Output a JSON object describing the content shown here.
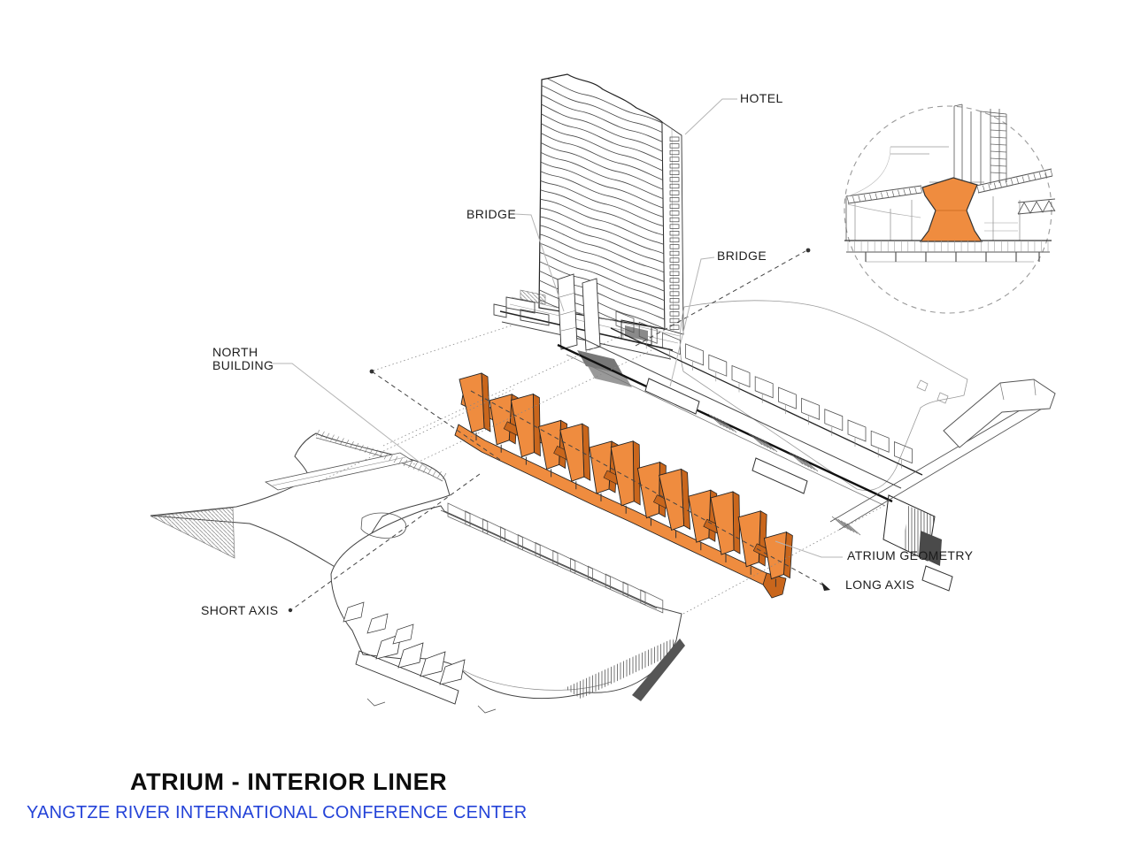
{
  "labels": {
    "hotel": "HOTEL",
    "bridge_west": "BRIDGE",
    "bridge_east": "BRIDGE",
    "north_building": "NORTH BUILDING",
    "atrium_geometry": "ATRIUM GEOMETRY",
    "long_axis": "LONG AXIS",
    "short_axis": "SHORT AXIS"
  },
  "title_block": {
    "title": "ATRIUM - INTERIOR LINER",
    "subtitle": "YANGTZE RIVER INTERNATIONAL CONFERENCE CENTER"
  },
  "colors": {
    "orange": "#ef8c3f",
    "orange_dark": "#c9661c",
    "blue": "#2443d8",
    "ink": "#1c1c1c",
    "leader": "#b5b5b5"
  }
}
